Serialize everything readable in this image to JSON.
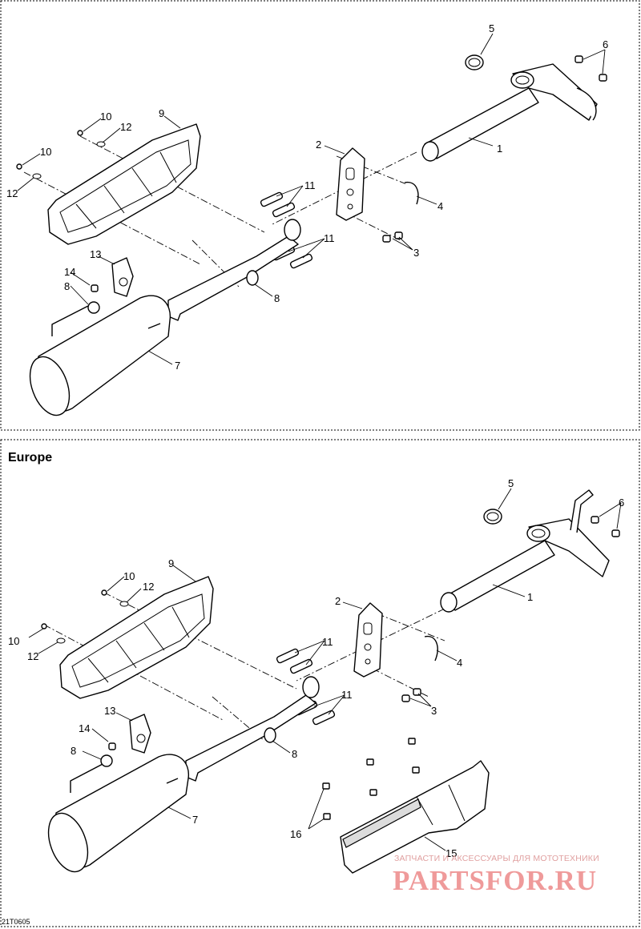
{
  "panel_bottom": {
    "title": "Europe"
  },
  "callouts_top": [
    "1",
    "2",
    "3",
    "4",
    "5",
    "6",
    "7",
    "8",
    "9",
    "10",
    "10",
    "11",
    "11",
    "12",
    "12",
    "13",
    "14",
    "8"
  ],
  "callouts_bottom": [
    "1",
    "2",
    "3",
    "4",
    "5",
    "6",
    "7",
    "8",
    "9",
    "10",
    "10",
    "11",
    "11",
    "12",
    "12",
    "13",
    "14",
    "8",
    "15",
    "16"
  ],
  "figure_code": "21T0605",
  "watermark": {
    "line1": "ЗАПЧАСТИ И АКСЕССУАРЫ ДЛЯ МОТОТЕХНИКИ",
    "line2": "PARTSFOR.RU"
  }
}
